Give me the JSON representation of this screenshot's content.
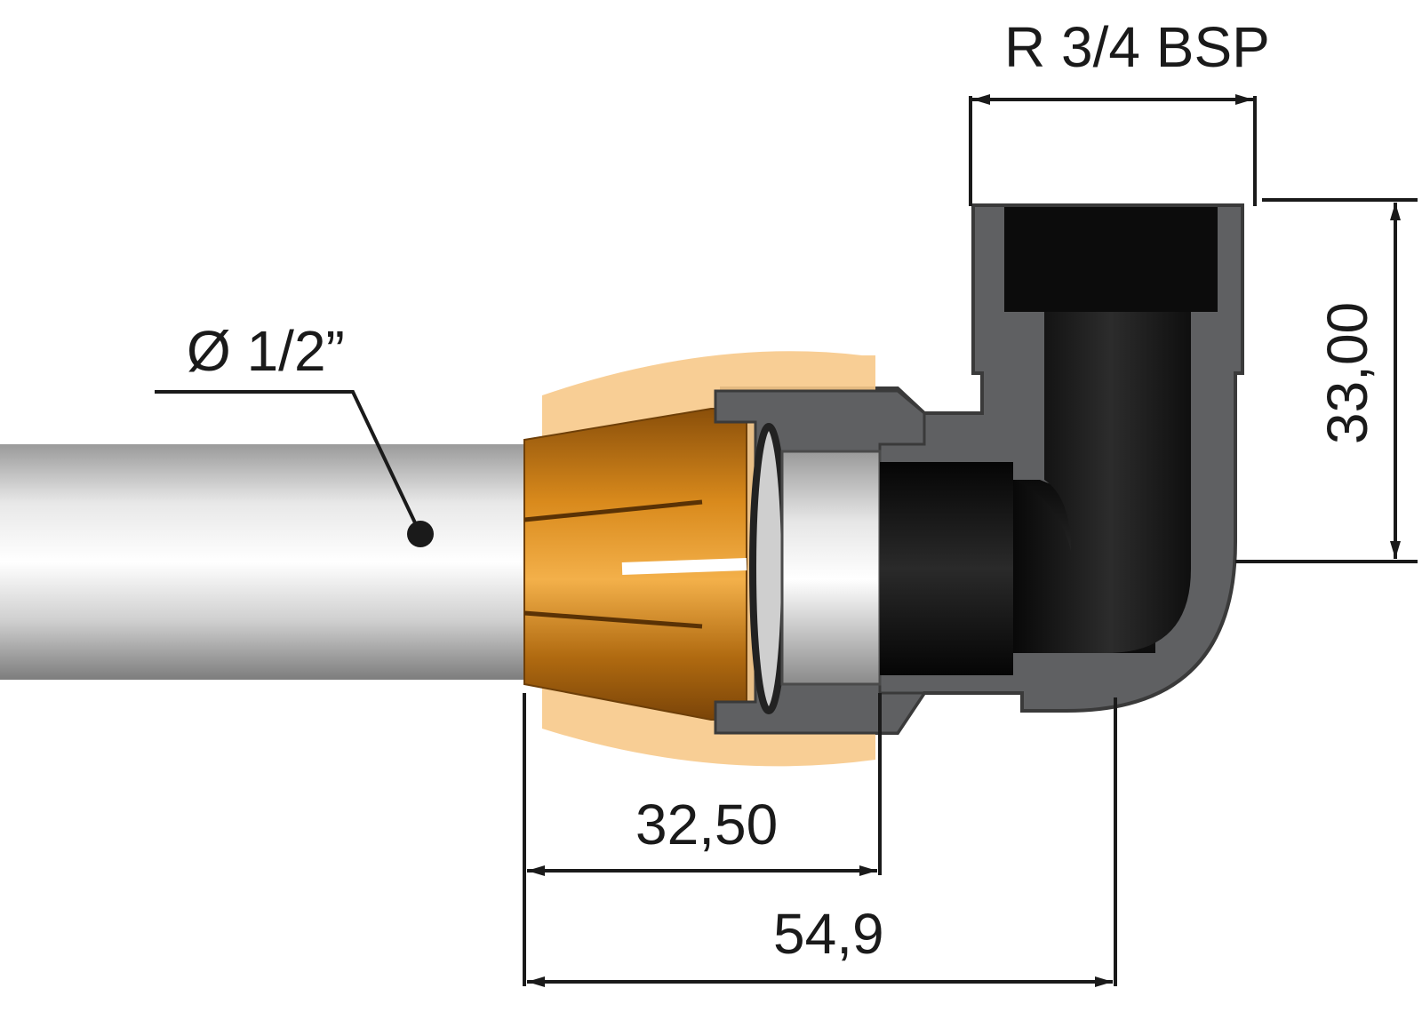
{
  "labels": {
    "thread": "R 3/4 BSP",
    "pipe_diameter": "Ø 1/2”",
    "insertion_depth": "32,50",
    "overall_length": "54,9",
    "height": "33,00"
  },
  "colors": {
    "pipe_light": "#f2f2f2",
    "pipe_dark": "#8c8c8c",
    "collet": "#c77a12",
    "collet_halo": "#f7c98a",
    "body_grey": "#5f6062",
    "body_edge": "#3a3a3a",
    "bore_black": "#111111",
    "line": "#1a1a1a"
  }
}
